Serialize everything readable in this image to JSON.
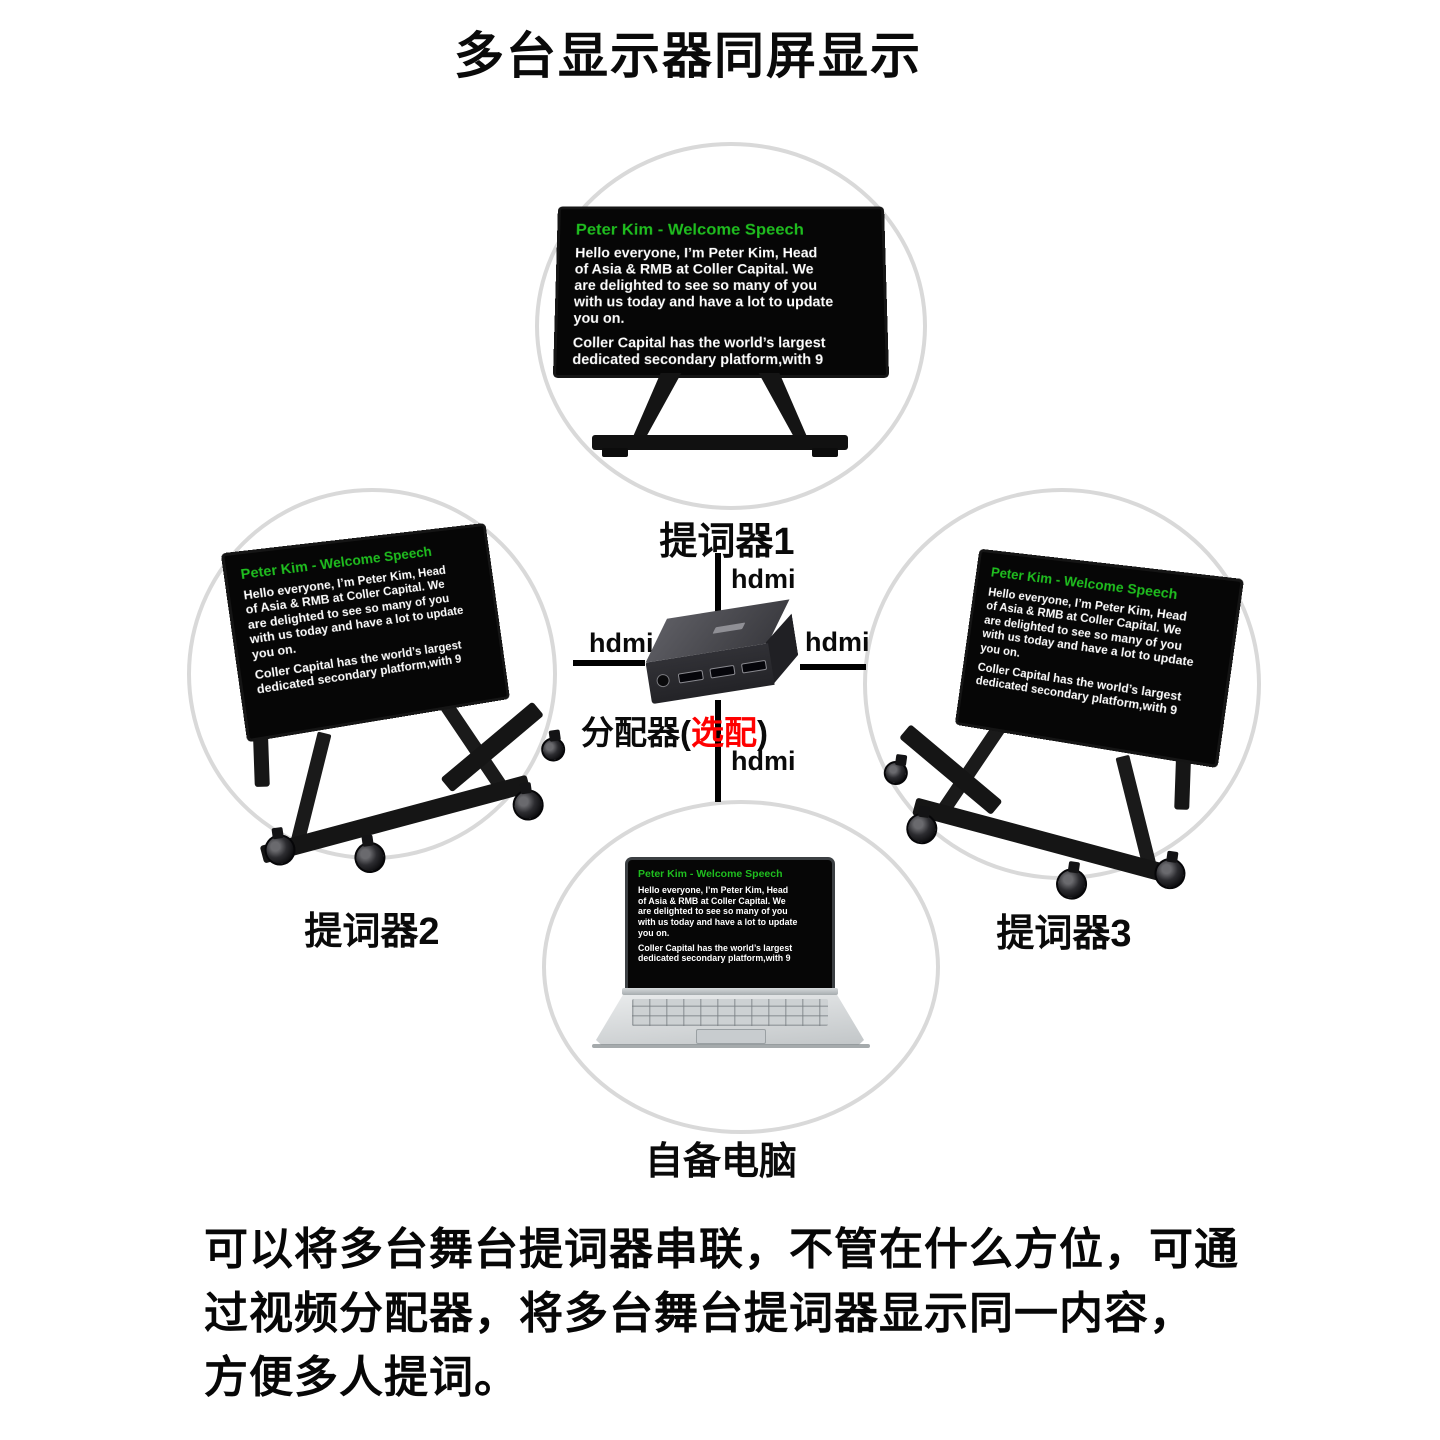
{
  "page": {
    "title": "多台显示器同屏显示",
    "description": "可以将多台舞台提词器串联，不管在什么方位，可通\n过视频分配器，将多台舞台提词器显示同一内容，\n方便多人提词。"
  },
  "screen_content": {
    "title": "Peter Kim - Welcome Speech",
    "body": "Hello everyone, I’m Peter Kim, Head\nof Asia & RMB at Coller Capital. We\nare delighted to see so many of you\nwith us today and have a lot to update\nyou on.",
    "body2": "Coller Capital has the world’s largest\ndedicated secondary platform,with 9"
  },
  "labels": {
    "prompter1": "提词器1",
    "prompter2": "提词器2",
    "prompter3": "提词器3",
    "laptop": "自备电脑"
  },
  "splitter": {
    "prefix": "分配器(",
    "option": "选配",
    "suffix": ")"
  },
  "connection_label": "hdmi",
  "colors": {
    "screen_title_green": "#1fbe1f",
    "screen_body_white": "#ffffff",
    "option_red": "#ff0000",
    "ring_gray": "#d9d9d9",
    "line_black": "#000000"
  }
}
